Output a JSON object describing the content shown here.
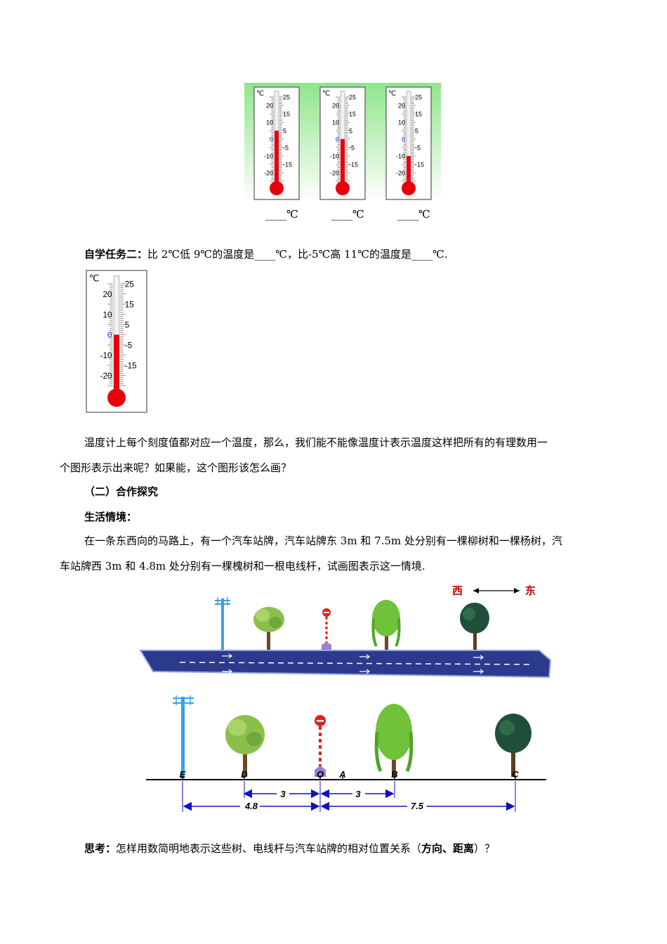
{
  "thermometers_row": {
    "unit": "℃",
    "left_scale": [
      "20",
      "10",
      "0",
      "-10",
      "-20"
    ],
    "right_scale": [
      "25",
      "15",
      "5",
      "-5",
      "-15"
    ],
    "readings": [
      5,
      0,
      -10
    ],
    "answer_blank": "____℃"
  },
  "task2": {
    "label": "自学任务二：",
    "text": "比 2℃低 9℃的温度是____℃，比-5℃高 11℃的温度是____℃."
  },
  "single_thermometer": {
    "unit": "℃",
    "left_scale": [
      "20",
      "10",
      "0",
      "-10",
      "-20"
    ],
    "right_scale": [
      "25",
      "15",
      "5",
      "-5",
      "-15"
    ],
    "reading": 0
  },
  "para1_line1": "温度计上每个刻度值都对应一个温度，那么，我们能不能像温度计表示温度这样把所有的有理数用一",
  "para1_line2": "个图形表示出来呢？如果能，这个图形该怎么画？",
  "section_heading": "（二）合作探究",
  "scene_heading": "生活情境：",
  "scene_line1": "在一条东西向的马路上，有一个汽车站牌，汽车站牌东 3m 和 7.5m 处分别有一棵柳树和一棵杨树，汽",
  "scene_line2": "车站牌西 3m 和 4.8m 处分别有一棵槐树和一根电线杆，试画图表示这一情境.",
  "direction": {
    "west": "西",
    "east": "东"
  },
  "number_line": {
    "points": [
      {
        "label": "E",
        "value": -4.8
      },
      {
        "label": "D",
        "value": -3
      },
      {
        "label": "O",
        "value": 0
      },
      {
        "label": "A",
        "value": 1
      },
      {
        "label": "B",
        "value": 3
      },
      {
        "label": "C",
        "value": 7.5
      }
    ],
    "dimensions": [
      "3",
      "3",
      "4.8",
      "7.5"
    ]
  },
  "think": {
    "label": "思考：",
    "text_before": "怎样用数简明地表示这些树、电线杆与汽车站牌的相对位置关系（",
    "bold_text": "方向、距离",
    "text_after": "）？"
  },
  "colors": {
    "mercury": "#e8000c",
    "green_bg": "#9ee88f",
    "road": "#2b3a8c",
    "dimension": "#1010c0",
    "direction_red": "#c00000"
  }
}
